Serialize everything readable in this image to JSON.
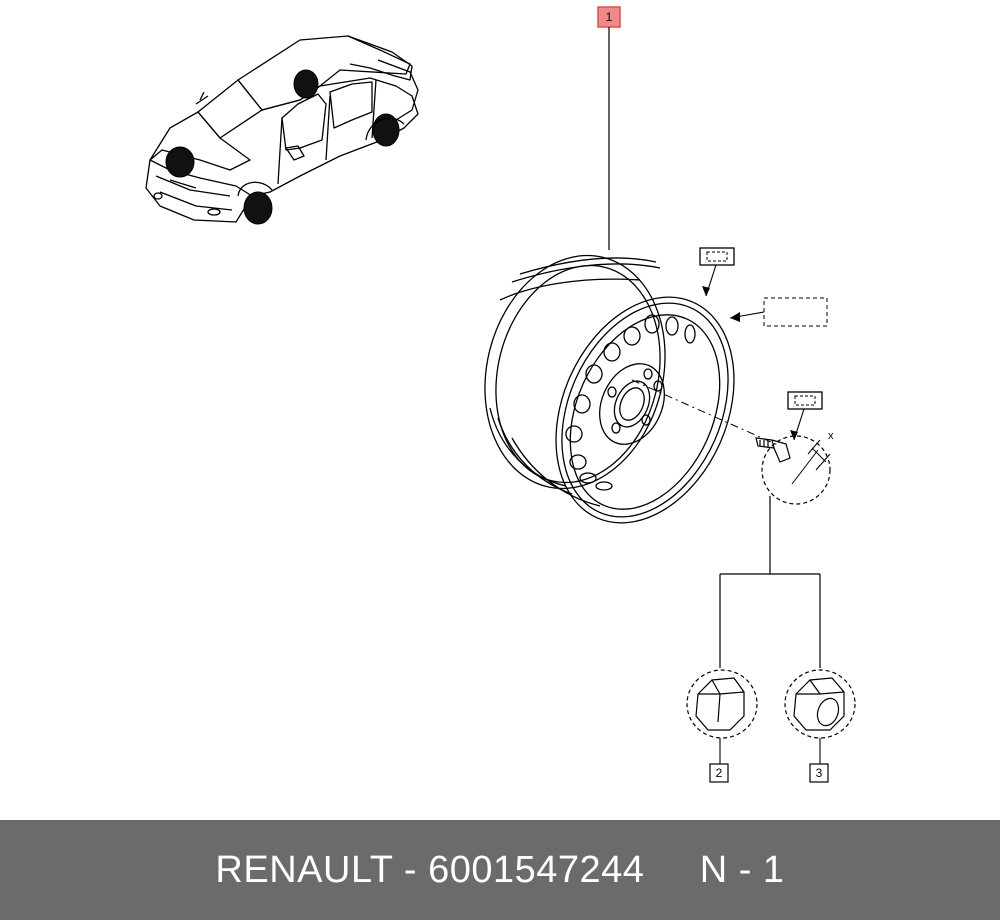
{
  "diagram": {
    "callouts": [
      {
        "id": "1",
        "label": "1",
        "highlighted": true
      },
      {
        "id": "2",
        "label": "2",
        "highlighted": false
      },
      {
        "id": "3",
        "label": "3",
        "highlighted": false
      }
    ],
    "dimension_label": "x"
  },
  "footer": {
    "brand": "RENAULT",
    "separator": " - ",
    "part_number": "6001547244",
    "position": "N - 1"
  },
  "colors": {
    "highlight_fill": "#f08a8a",
    "highlight_stroke": "#d9534f",
    "footer_bg": "#6b6b6b",
    "footer_text": "#ffffff"
  }
}
